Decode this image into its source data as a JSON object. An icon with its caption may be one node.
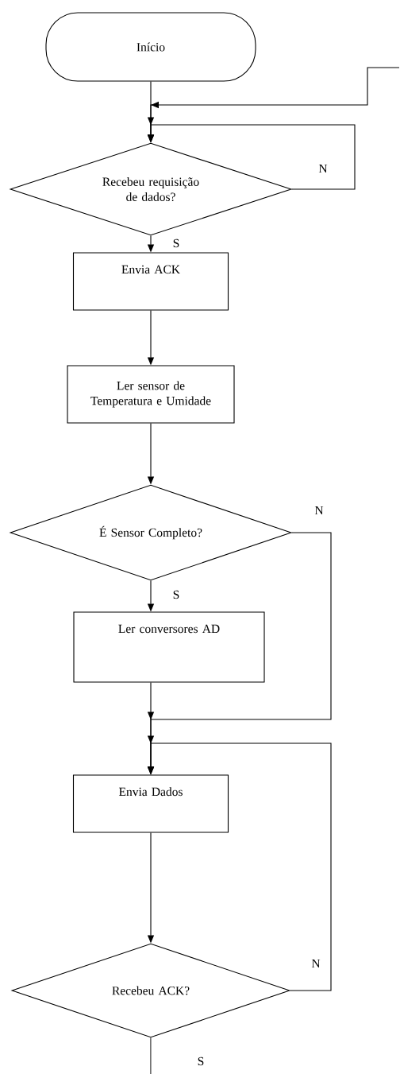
{
  "diagram": {
    "nodes": [
      {
        "text": [
          "Início"
        ]
      },
      {
        "text": [
          "Recebeu requisição de dados?"
        ]
      },
      {
        "text": [
          "Envia ACK"
        ]
      },
      {
        "text": [
          "Ler sensor de Temperatura e Umidade"
        ]
      },
      {
        "text": [
          "É Sensor Completo?"
        ]
      },
      {
        "text": [
          "Ler conversores AD"
        ]
      },
      {
        "text": [
          "Envia Dados"
        ]
      },
      {
        "text": [
          "Recebeu ACK?"
        ]
      }
    ],
    "edges": [
      {
        "from": 0,
        "to": 1,
        "arrow": "to"
      },
      {
        "from": null,
        "to": 1,
        "arrow": "to"
      },
      {
        "from": 1,
        "to": 1,
        "arrow": "to",
        "label": "N"
      },
      {
        "from": 1,
        "to": 2,
        "arrow": "to",
        "label": "S"
      },
      {
        "from": 2,
        "to": 3,
        "arrow": "to"
      },
      {
        "from": 3,
        "to": 4,
        "arrow": "to"
      },
      {
        "from": 4,
        "to": 5,
        "arrow": "to",
        "label": "S"
      },
      {
        "from": 4,
        "to": 6,
        "arrow": "to",
        "label": "N"
      },
      {
        "from": 5,
        "to": 6,
        "arrow": "to"
      },
      {
        "from": 7,
        "to": 6,
        "arrow": "to",
        "label": "N"
      },
      {
        "from": 6,
        "to": 7,
        "arrow": "to"
      },
      {
        "from": 7,
        "to": null,
        "arrow": "none",
        "label": "S"
      }
    ]
  }
}
